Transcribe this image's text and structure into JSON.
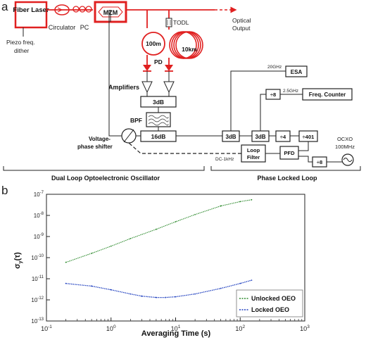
{
  "panel_a": {
    "panel_label": "a",
    "fiber_laser": "Fiber Laser",
    "circulator": "Circulator",
    "pc": "PC",
    "mzm": "MZM",
    "piezo": [
      "Piezo freq.",
      "dither"
    ],
    "optical_output": [
      "Optical",
      "Output"
    ],
    "todl": "TODL",
    "spool_short": "100m",
    "spool_long": "10km",
    "pd": "PD",
    "amplifiers": "Amplifiers",
    "combiner_3db": "3dB",
    "bpf": "BPF",
    "coupler_16db": "16dB",
    "phase_shifter": [
      "Voltage-",
      "phase shifter"
    ],
    "splitter_a": "3dB",
    "splitter_b": "3dB",
    "freq_20ghz": "20GHz",
    "esa": "ESA",
    "freq_25ghz": "2.5GHz",
    "div8_top": "÷8",
    "freq_counter": "Freq. Counter",
    "div4": "÷4",
    "div401": "÷401",
    "loop_filter": [
      "Loop",
      "Filter"
    ],
    "dc_1khz": "DC-1kHz",
    "pfd": "PFD",
    "div8_bottom": "÷8",
    "ocxo": [
      "OCXO",
      "100MHz"
    ],
    "section_oeo": "Dual Loop Optoelectronic Oscillator",
    "section_pll": "Phase Locked Loop"
  },
  "panel_b": {
    "panel_label": "b",
    "chart_data": {
      "type": "line",
      "xlabel": "Averaging Time (s)",
      "ylabel": "σy(τ)",
      "x_scale": "log",
      "y_scale": "log",
      "xlim": [
        0.1,
        1000
      ],
      "ylim": [
        1e-13,
        1e-07
      ],
      "x_ticks": [
        "10-1",
        "100",
        "101",
        "102",
        "103"
      ],
      "y_ticks": [
        "10-13",
        "10-12",
        "10-11",
        "10-10",
        "10-9",
        "10-8",
        "10-7"
      ],
      "legend_position": "bottom-right",
      "series": [
        {
          "name": "Unlocked OEO",
          "color": "#2e8b2e",
          "x": [
            0.2,
            0.5,
            1,
            2,
            5,
            10,
            20,
            50,
            100,
            150
          ],
          "y": [
            6e-11,
            1.6e-10,
            3.5e-10,
            8e-10,
            2.2e-09,
            5e-09,
            1.1e-08,
            2.8e-08,
            4.5e-08,
            5.5e-08
          ]
        },
        {
          "name": "Locked OEO",
          "color": "#1f3fbf",
          "x": [
            0.2,
            0.5,
            1,
            2,
            3,
            5,
            7,
            10,
            20,
            50,
            100,
            150
          ],
          "y": [
            6e-12,
            4.5e-12,
            3e-12,
            1.9e-12,
            1.5e-12,
            1.3e-12,
            1.3e-12,
            1.4e-12,
            1.9e-12,
            3.5e-12,
            6e-12,
            8.5e-12
          ]
        }
      ]
    }
  }
}
